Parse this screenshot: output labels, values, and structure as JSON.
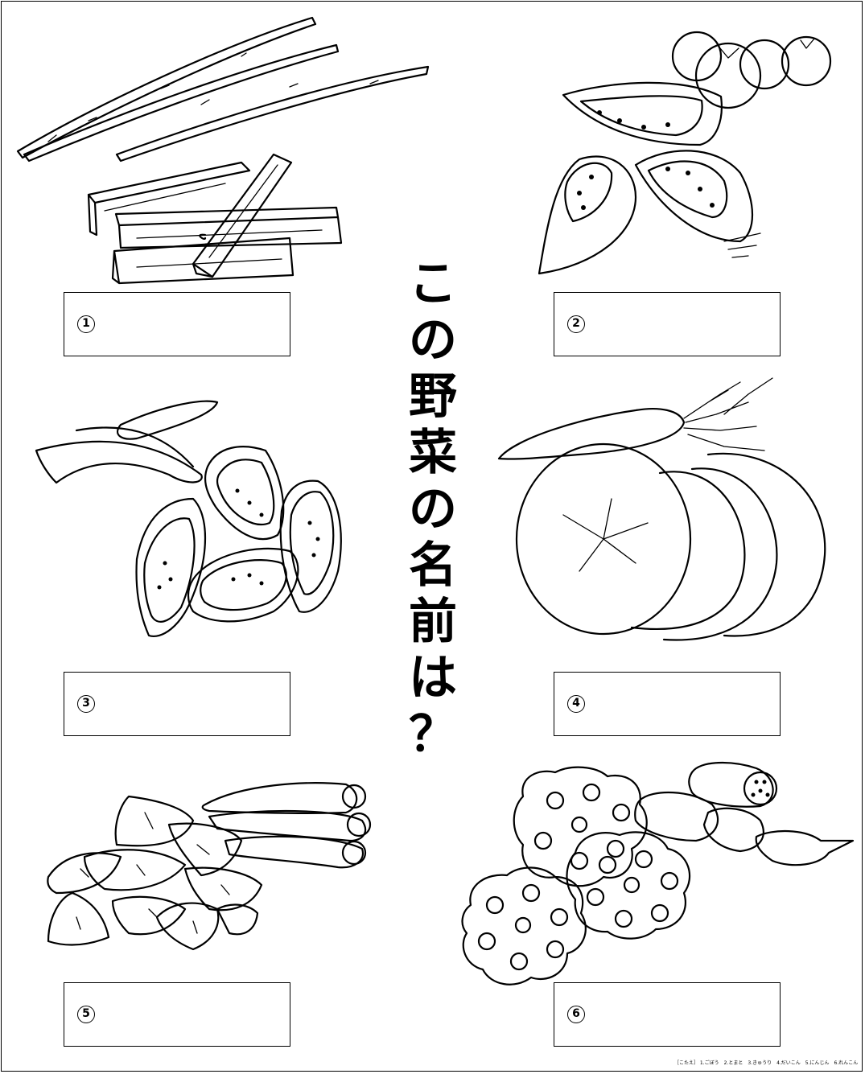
{
  "title_chars": [
    "こ",
    "の",
    "野",
    "菜",
    "の",
    "名",
    "前",
    "は",
    "？"
  ],
  "boxes": [
    {
      "number": "1"
    },
    {
      "number": "2"
    },
    {
      "number": "3"
    },
    {
      "number": "4"
    },
    {
      "number": "5"
    },
    {
      "number": "6"
    }
  ],
  "answers_text": "［こたえ］ 1.ごぼう　2.とまと　3.きゅうり　4.だいこん　5.にんじん　6.れんこん",
  "illustrations": [
    {
      "icon": "burdock-icon"
    },
    {
      "icon": "tomato-icon"
    },
    {
      "icon": "cucumber-icon"
    },
    {
      "icon": "daikon-icon"
    },
    {
      "icon": "carrot-icon"
    },
    {
      "icon": "lotus-root-icon"
    }
  ],
  "colors": {
    "ink": "#000000",
    "paper": "#ffffff"
  }
}
